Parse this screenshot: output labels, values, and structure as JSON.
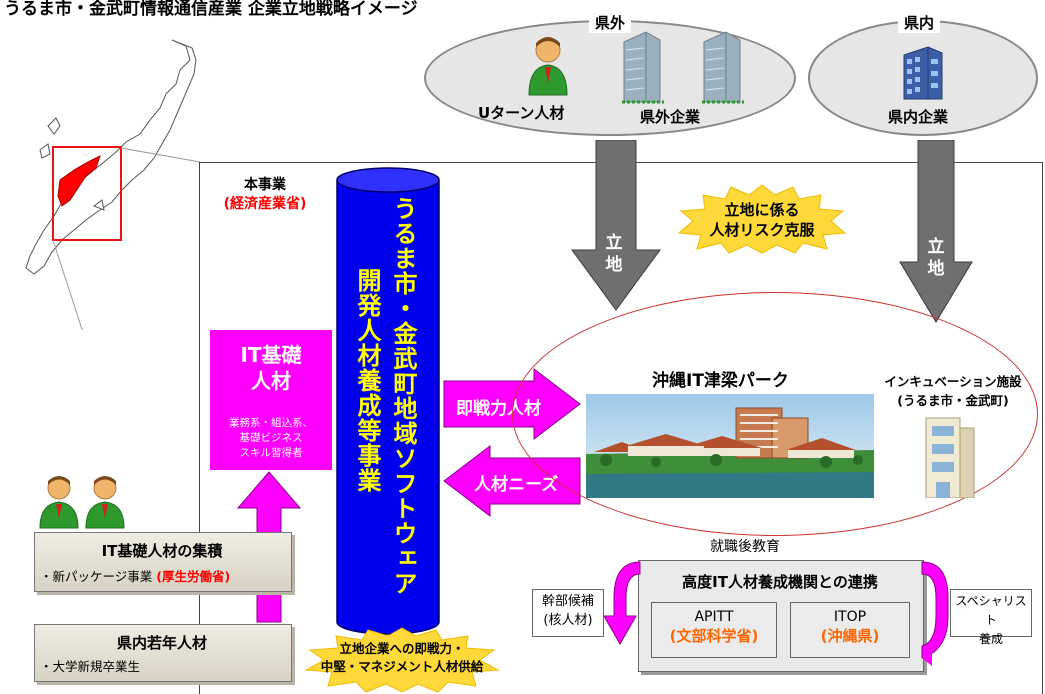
{
  "title": "うるま市・金武町情報通信産業 企業立地戦略イメージ",
  "outside": {
    "label": "県外",
    "person_label": "Uターン人材",
    "company_label": "県外企業"
  },
  "inside": {
    "label": "県内",
    "company_label": "県内企業"
  },
  "arrows": {
    "left_label": "立地",
    "right_label": "立地"
  },
  "burst_top": {
    "line1": "立地に係る",
    "line2": "人材リスク克服"
  },
  "project": {
    "line1": "本事業",
    "line2": "(経済産業省)"
  },
  "cylinder": {
    "col1": "うるま市・金武町地域ソフトウェア",
    "col2": "開発人材養成等事業"
  },
  "it_base": {
    "line1": "IT基礎",
    "line2": "人材",
    "detail1": "業務系・組込系、",
    "detail2": "基礎ビジネス",
    "detail3": "スキル習得者"
  },
  "right_arrow_label": "即戦力人材",
  "left_arrow_label": "人材ニーズ",
  "park": {
    "title": "沖縄IT津梁パーク"
  },
  "incubation": {
    "line1": "インキュベーション施設",
    "line2": "(うるま市・金武町)"
  },
  "box_accum": {
    "title": "IT基礎人材の集積",
    "sub_prefix": "・新パッケージ事業",
    "sub_red": "(厚生労働省)"
  },
  "box_youth": {
    "title": "県内若年人材",
    "sub": "・大学新規卒業生"
  },
  "burst_bottom": {
    "line1": "立地企業への即戦力・",
    "line2": "中堅・マネジメント人材供給"
  },
  "post_edu": {
    "label": "就職後教育",
    "title": "高度IT人材養成機関との連携",
    "apitt_name": "APITT",
    "apitt_org": "(文部科学省)",
    "itop_name": "ITOP",
    "itop_org": "(沖縄県)"
  },
  "left_tag": {
    "line1": "幹部候補",
    "line2": "(核人材)"
  },
  "right_tag": {
    "line1": "スペシャリスト",
    "line2": "養成"
  },
  "colors": {
    "magenta": "#ff00ff",
    "cylinder_blue": "#0000ee",
    "cylinder_text": "#ffff00",
    "red_text": "#ff0000",
    "orange_text": "#ff6600",
    "burst": "#ffd93a",
    "arrow_gray": "#6f6f6f"
  }
}
